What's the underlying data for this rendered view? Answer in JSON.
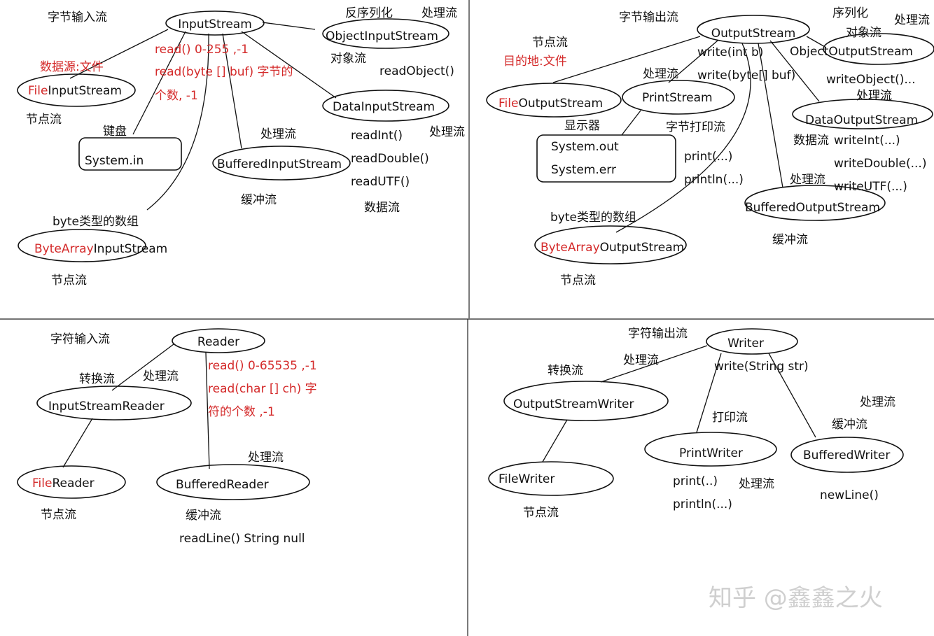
{
  "sections": {
    "byte_input": "字节输入流",
    "byte_output": "字节输出流",
    "char_input": "字符输入流",
    "char_output": "字符输出流"
  },
  "nodes": {
    "inputstream": "InputStream",
    "fileinputstream_prefix": "File",
    "fileinputstream_suffix": "InputStream",
    "systemin": "System.in",
    "bufferedinputstream": "BufferedInputStream",
    "datainputstream": "DataInputStream",
    "objectinputstream": "ObjectInputStream",
    "bytearrayinputstream_prefix": "ByteArray",
    "bytearrayinputstream_suffix": "InputStream",
    "outputstream": "OutputStream",
    "fileoutputstream_prefix": "File",
    "fileoutputstream_suffix": "OutputStream",
    "printstream": "PrintStream",
    "systemout": "System.out",
    "systemerr": "System.err",
    "objectoutputstream": "ObjectOutputStream",
    "dataoutputstream": "DataOutputStream",
    "bufferedoutputstream": "BufferedOutputStream",
    "bytearrayoutputstream_prefix": "ByteArray",
    "bytearrayoutputstream_suffix": "OutputStream",
    "reader": "Reader",
    "inputstreamreader": "InputStreamReader",
    "filereader_prefix": "File",
    "filereader_suffix": "Reader",
    "bufferedreader": "BufferedReader",
    "writer": "Writer",
    "outputstreamwriter": "OutputStreamWriter",
    "filewriter": "FileWriter",
    "printwriter": "PrintWriter",
    "bufferedwriter": "BufferedWriter"
  },
  "notes": {
    "q1_read1": "read() 0-255 ,-1",
    "q1_read2": "read(byte [] buf) 字节的",
    "q1_read3": "个数, -1",
    "q1_datasource": "数据源:文件",
    "q1_node1": "节点流",
    "q1_keyboard": "键盘",
    "q1_proc_buffered": "处理流",
    "q1_buffer": "缓冲流",
    "q1_readint": "readInt()",
    "q1_readdouble": "readDouble()",
    "q1_readutf": "readUTF()",
    "q1_proc_data": "处理流",
    "q1_datastream": "数据流",
    "q1_deserialize": "反序列化",
    "q1_proc_object": "处理流",
    "q1_objectstream": "对象流",
    "q1_readobject": "readObject()",
    "q1_bytearray": "byte类型的数组",
    "q1_node2": "节点流",
    "q2_node1": "节点流",
    "q2_dest": "目的地:文件",
    "q2_write1": "write(int b)",
    "q2_write2": "write(byte[] buf)",
    "q2_proc_print": "处理流",
    "q2_display": "显示器",
    "q2_byteprint": "字节打印流",
    "q2_print": "print(...)",
    "q2_println": "println(...)",
    "q2_serialize": "序列化",
    "q2_proc_object": "处理流",
    "q2_objectstream": "对象流",
    "q2_writeobject": "writeObject()...",
    "q2_proc_data": "处理流",
    "q2_datastream": "数据流",
    "q2_writeint": "writeInt(...)",
    "q2_writedouble": "writeDouble(...)",
    "q2_writeutf": "writeUTF(...)",
    "q2_proc_buffered": "处理流",
    "q2_buffer": "缓冲流",
    "q2_bytearray": "byte类型的数组",
    "q2_node2": "节点流",
    "q3_convert": "转换流",
    "q3_proc1": "处理流",
    "q3_read1": "read()  0-65535 ,-1",
    "q3_read2": "read(char [] ch) 字",
    "q3_read3": "符的个数 ,-1",
    "q3_proc2": "处理流",
    "q3_node": "节点流",
    "q3_buffer": "缓冲流",
    "q3_readline": "readLine() String   null",
    "q4_convert": "转换流",
    "q4_proc1": "处理流",
    "q4_write": "write(String str)",
    "q4_print": "打印流",
    "q4_proc_buffered": "处理流",
    "q4_buffer": "缓冲流",
    "q4_node": "节点流",
    "q4_printm": "print(..)",
    "q4_println": "println(...)",
    "q4_proc_print": "处理流",
    "q4_newline": "newLine()"
  },
  "watermark": "知乎 @鑫鑫之火",
  "colors": {
    "accent_red": "#d42a2a",
    "ink": "#111111"
  }
}
